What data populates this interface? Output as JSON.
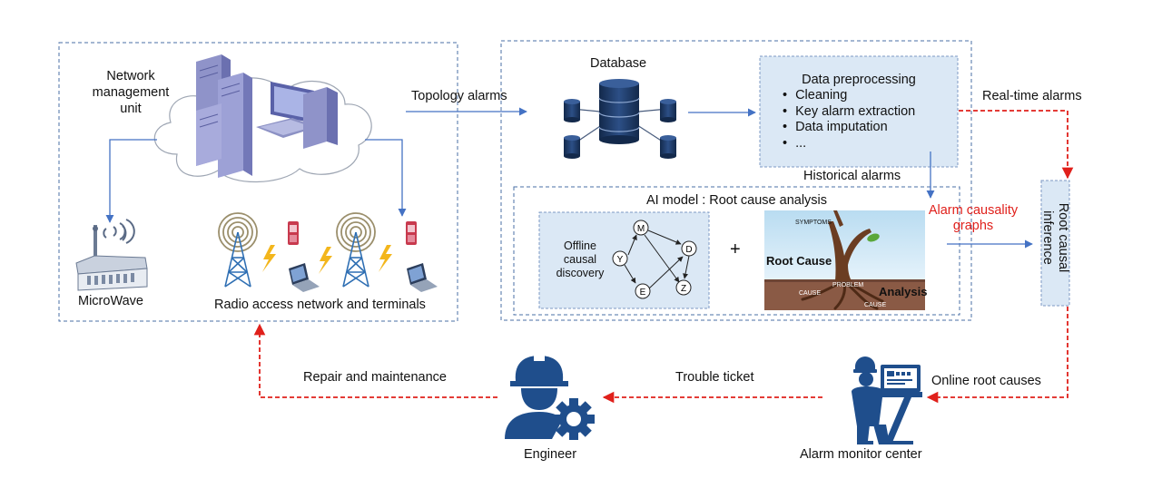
{
  "network": {
    "nmu_label": "Network\nmanagement\nunit",
    "microwave": "MicroWave",
    "ran": "Radio access network and terminals"
  },
  "flows": {
    "topology": "Topology alarms",
    "realtime": "Real-time alarms",
    "historical": "Historical alarms",
    "online_root_causes": "Online root causes",
    "trouble_ticket": "Trouble ticket",
    "repair": "Repair and maintenance"
  },
  "database": {
    "label": "Database"
  },
  "preprocessing": {
    "title": "Data preprocessing",
    "items": [
      "Cleaning",
      "Key alarm extraction",
      "Data imputation",
      "..."
    ]
  },
  "ai_model": {
    "title": "AI model : Root cause analysis",
    "offline": "Offline\ncausal\ndiscovery",
    "graph_nodes": [
      "M",
      "Y",
      "D",
      "E",
      "Z"
    ],
    "plus": "+",
    "root_cause": "Root Cause",
    "analysis": "Analysis",
    "symptoms": "SYMPTOMS",
    "problem": "PROBLEM",
    "cause1": "CAUSE",
    "cause2": "CAUSE"
  },
  "alarm_graphs": "Alarm causality\ngraphs",
  "inference": "Root causal\ninference",
  "actors": {
    "monitor": "Alarm monitor center",
    "engineer": "Engineer"
  },
  "colors": {
    "blue_arrow": "#4472c4",
    "red_arrow": "#e0201b",
    "box_fill": "#dbe8f5",
    "icon_navy": "#1f4e8c"
  }
}
